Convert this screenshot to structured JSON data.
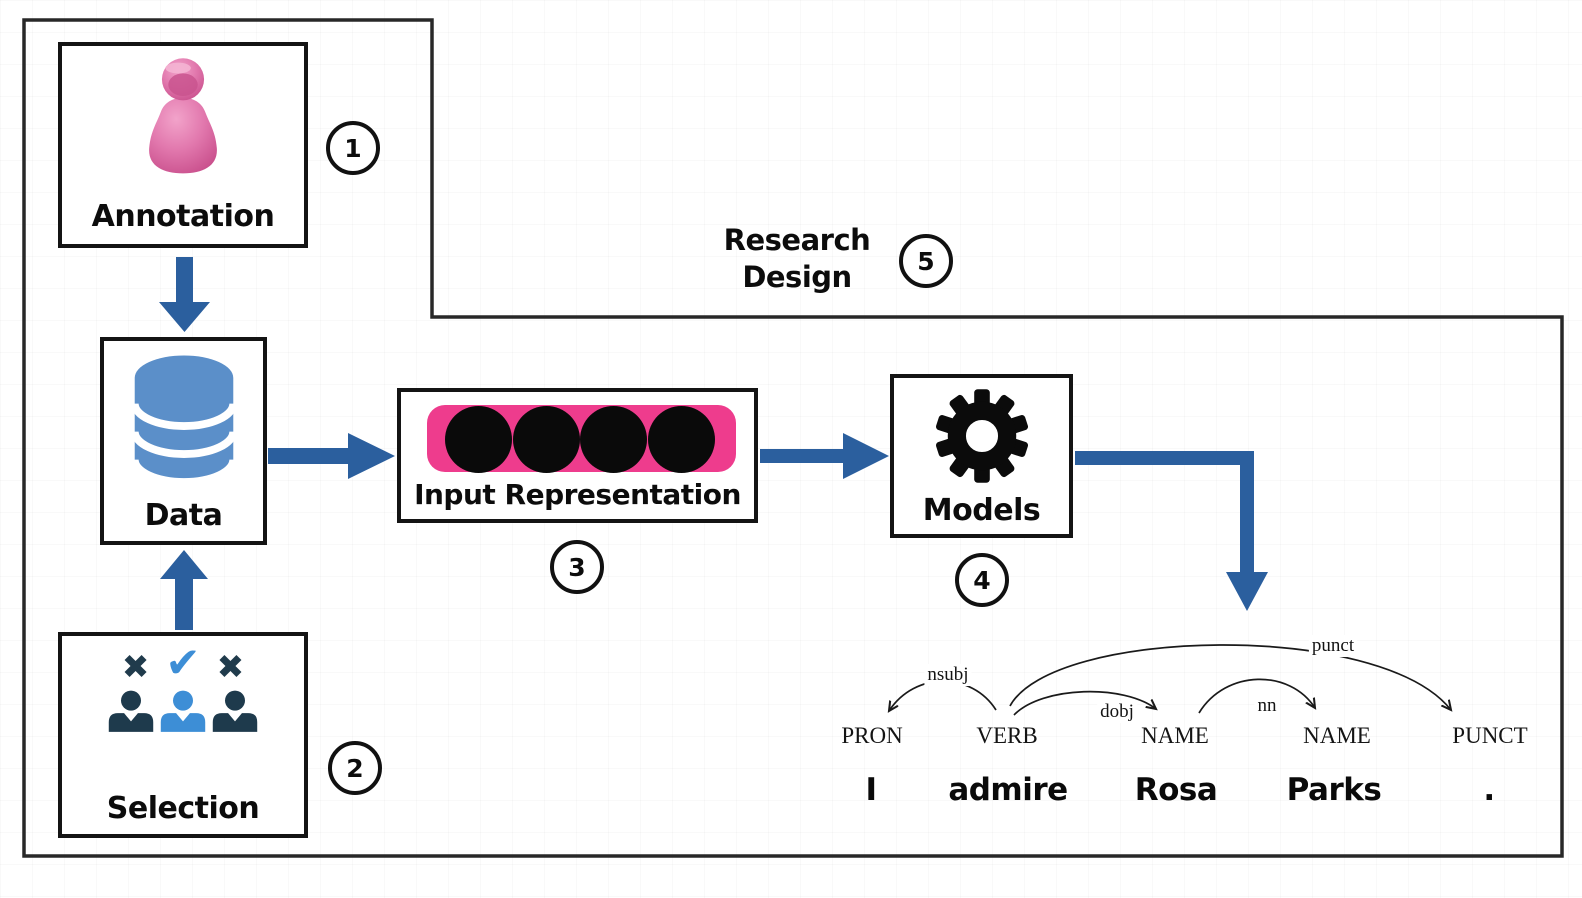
{
  "figure": {
    "research_design": {
      "label": "Research\nDesign",
      "num": "5"
    }
  },
  "boxes": {
    "annotation": {
      "label": "Annotation",
      "num": "1"
    },
    "data": {
      "label": "Data"
    },
    "selection": {
      "label": "Selection",
      "num": "2",
      "marks": {
        "cross": "✖",
        "check": "✔"
      }
    },
    "input_representation": {
      "label": "Input Representation",
      "num": "3",
      "token_count": 4
    },
    "models": {
      "label": "Models",
      "num": "4"
    }
  },
  "parse": {
    "tokens": [
      {
        "text": "I",
        "pos": "PRON"
      },
      {
        "text": "admire",
        "pos": "VERB"
      },
      {
        "text": "Rosa",
        "pos": "NAME"
      },
      {
        "text": "Parks",
        "pos": "NAME"
      },
      {
        "text": ".",
        "pos": "PUNCT"
      }
    ],
    "arcs": [
      {
        "label": "nsubj",
        "from": "admire",
        "to": "I"
      },
      {
        "label": "dobj",
        "from": "admire",
        "to": "Rosa"
      },
      {
        "label": "nn",
        "from": "Rosa",
        "to": "Parks"
      },
      {
        "label": "punct",
        "from": "admire",
        "to": "."
      }
    ]
  },
  "icons": {
    "annotation": "person-icon",
    "data": "database-icon",
    "selection": "three-people-icon",
    "input_representation": "token-circles-icon",
    "models": "gear-icon"
  },
  "colors": {
    "arrow_blue": "#2b5f9e",
    "pink": "#ee3c8d",
    "database_blue": "#5b8fc9",
    "dark_navy": "#1e3a4c",
    "highlight_blue": "#3d8ed6",
    "person_pink": "#d95f9d",
    "border_black": "#141414"
  }
}
